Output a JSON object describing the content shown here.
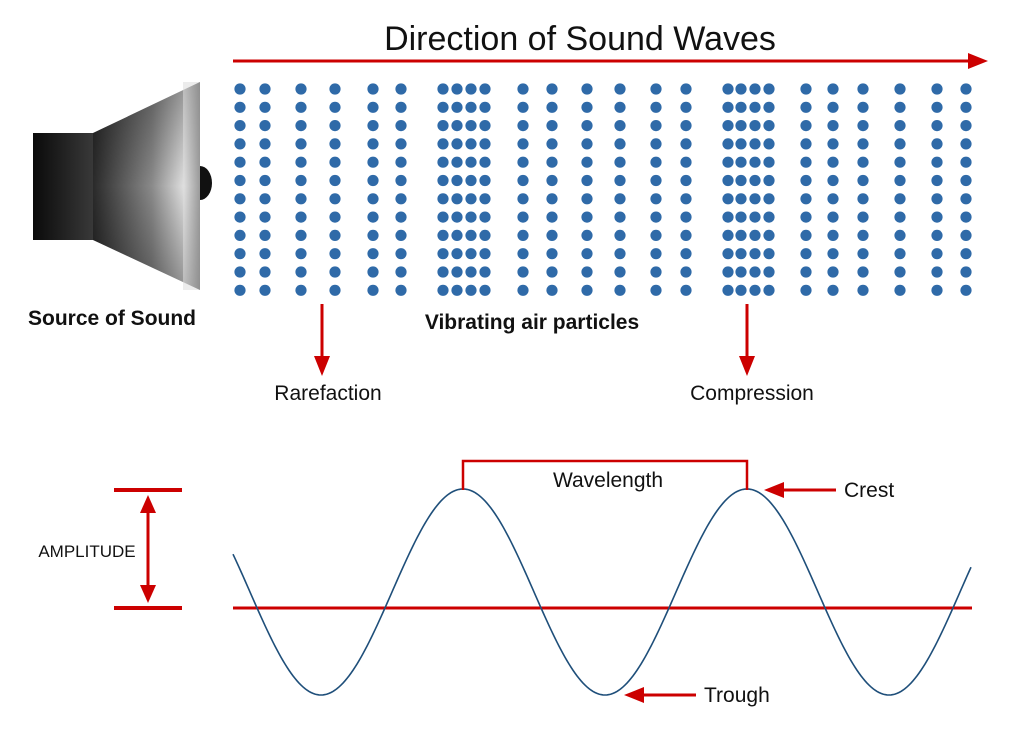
{
  "title": "Direction of Sound Waves",
  "source_label": "Source of Sound",
  "particles_label": "Vibrating air particles",
  "rarefaction_label": "Rarefaction",
  "compression_label": "Compression",
  "wavelength_label": "Wavelength",
  "crest_label": "Crest",
  "trough_label": "Trough",
  "amplitude_label": "AMPLITUDE",
  "colors": {
    "arrow": "#cc0000",
    "particle": "#2f6aa8",
    "wave": "#1f4f7a",
    "speaker_dark": "#111111",
    "speaker_light": "#e8e8e8"
  },
  "particle_rows": 12
}
